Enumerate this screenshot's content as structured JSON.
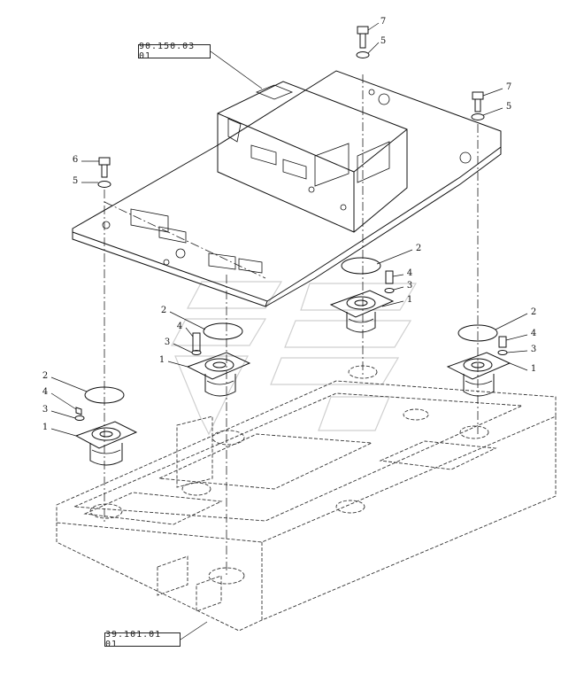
{
  "references": {
    "top_assembly": "90.150.03 01",
    "bottom_assembly": "39.101.01 01"
  },
  "callouts": {
    "c1": "7",
    "c2": "5",
    "c3": "7",
    "c4": "5",
    "c5": "6",
    "c6": "5",
    "c7": "2",
    "c8": "4",
    "c9": "3",
    "c10": "1",
    "c11": "2",
    "c12": "4",
    "c13": "3",
    "c14": "1",
    "c15": "2",
    "c16": "4",
    "c17": "3",
    "c18": "1",
    "c19": "2",
    "c20": "4",
    "c21": "3",
    "c22": "1"
  }
}
